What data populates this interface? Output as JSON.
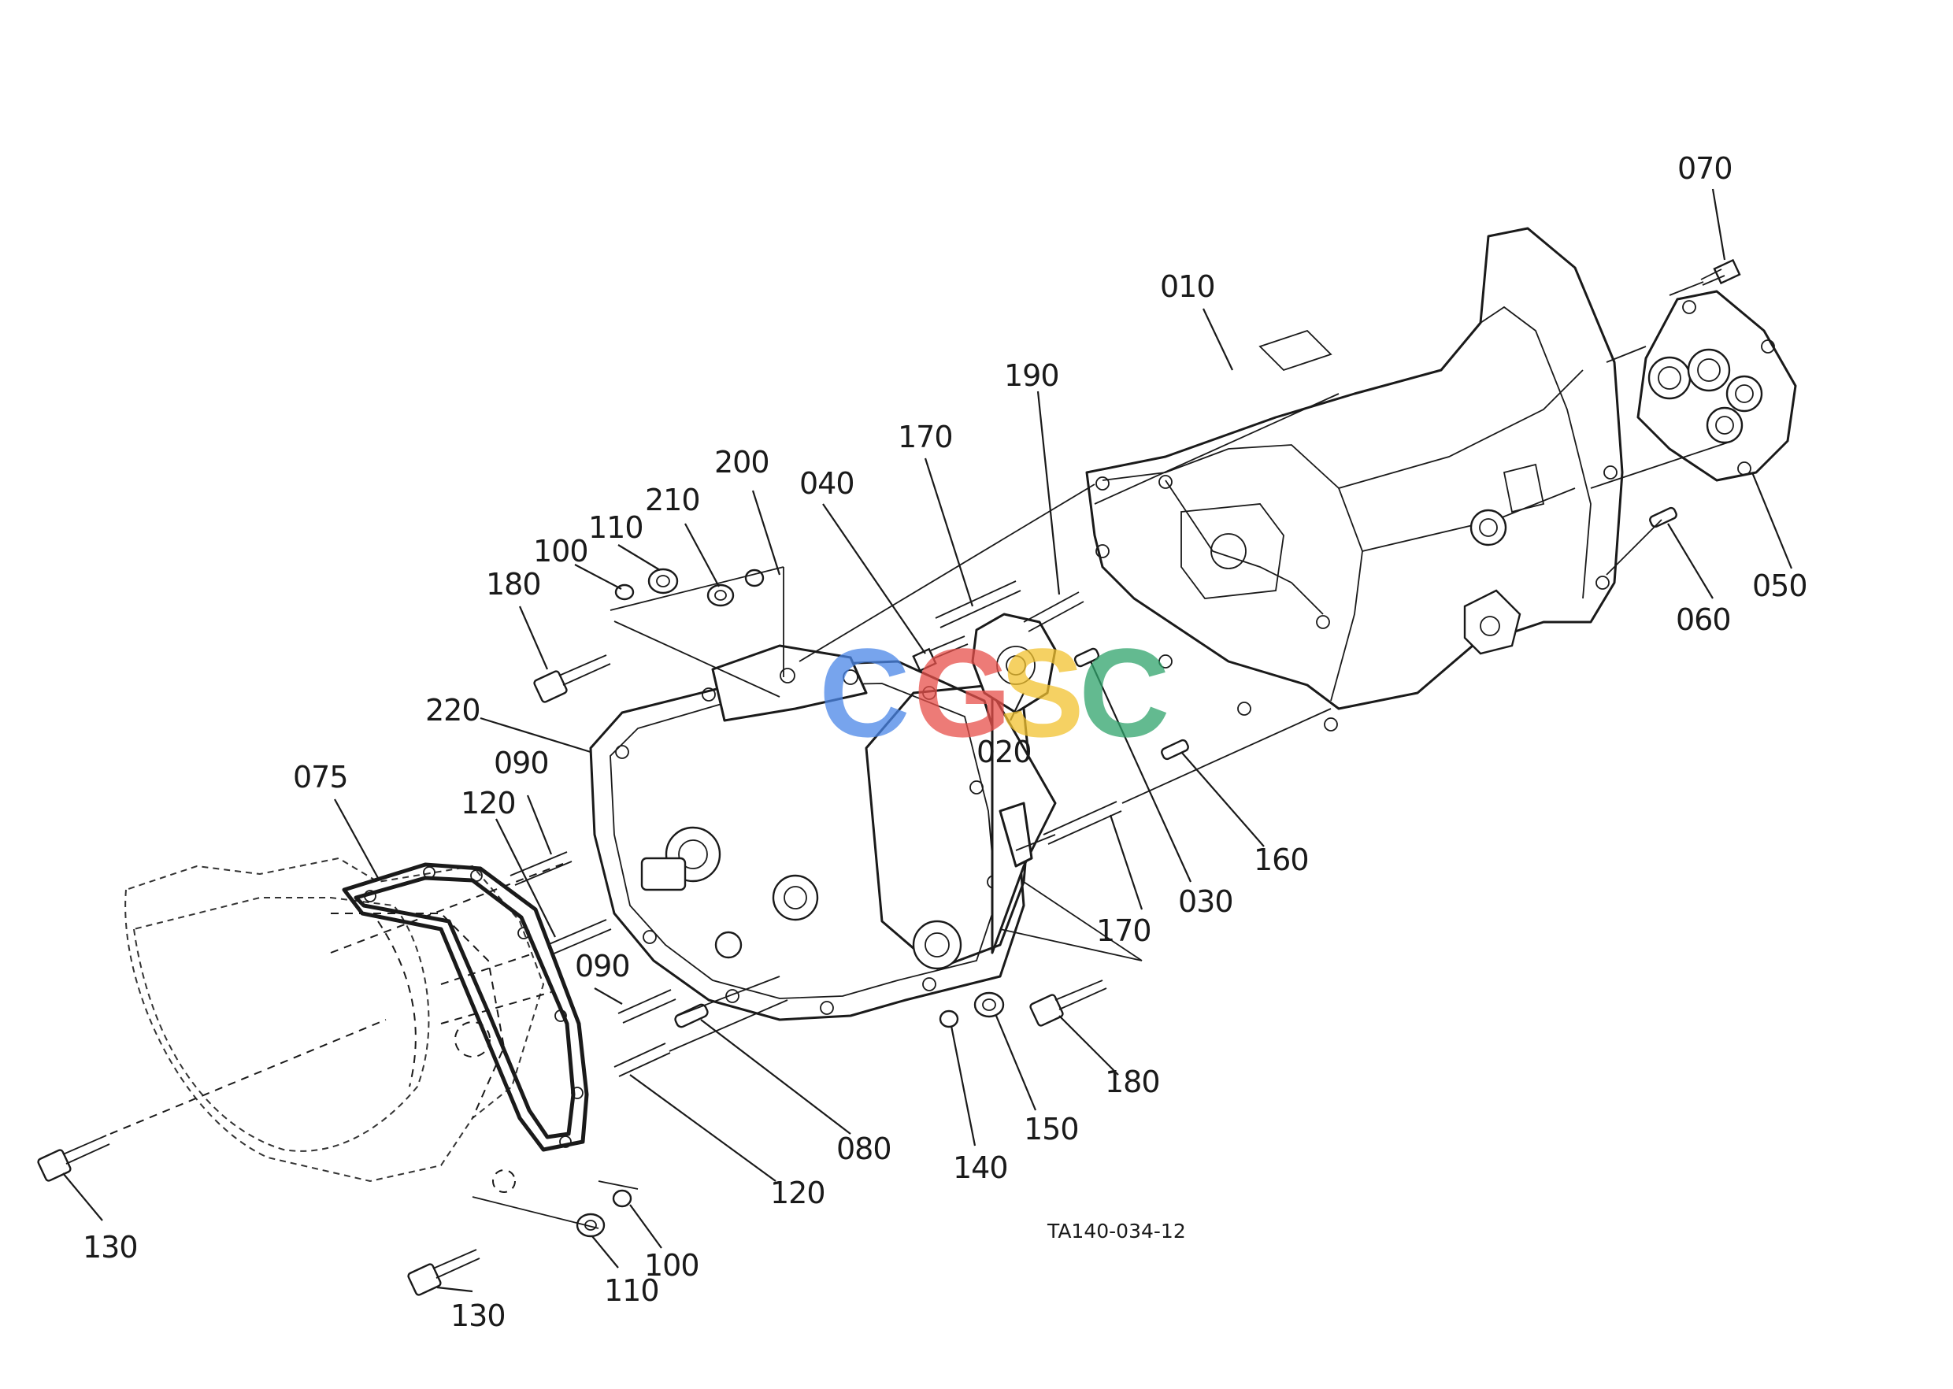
{
  "drawing_code": "TA140-034-12",
  "watermark": {
    "letters": [
      "C",
      "G",
      "S",
      "C"
    ],
    "colors": [
      "#4a86e8",
      "#e8504a",
      "#f2c230",
      "#2fa36b"
    ]
  },
  "labels": {
    "p010": "010",
    "p020": "020",
    "p030": "030",
    "p040": "040",
    "p050": "050",
    "p060": "060",
    "p070": "070",
    "p075": "075",
    "p080": "080",
    "p090_a": "090",
    "p090_b": "090",
    "p100_a": "100",
    "p100_b": "100",
    "p110_a": "110",
    "p110_b": "110",
    "p120_a": "120",
    "p120_b": "120",
    "p130_a": "130",
    "p130_b": "130",
    "p140": "140",
    "p150": "150",
    "p160": "160",
    "p170_a": "170",
    "p170_b": "170",
    "p180_a": "180",
    "p180_b": "180",
    "p190": "190",
    "p200": "200",
    "p210": "210",
    "p220": "220"
  }
}
